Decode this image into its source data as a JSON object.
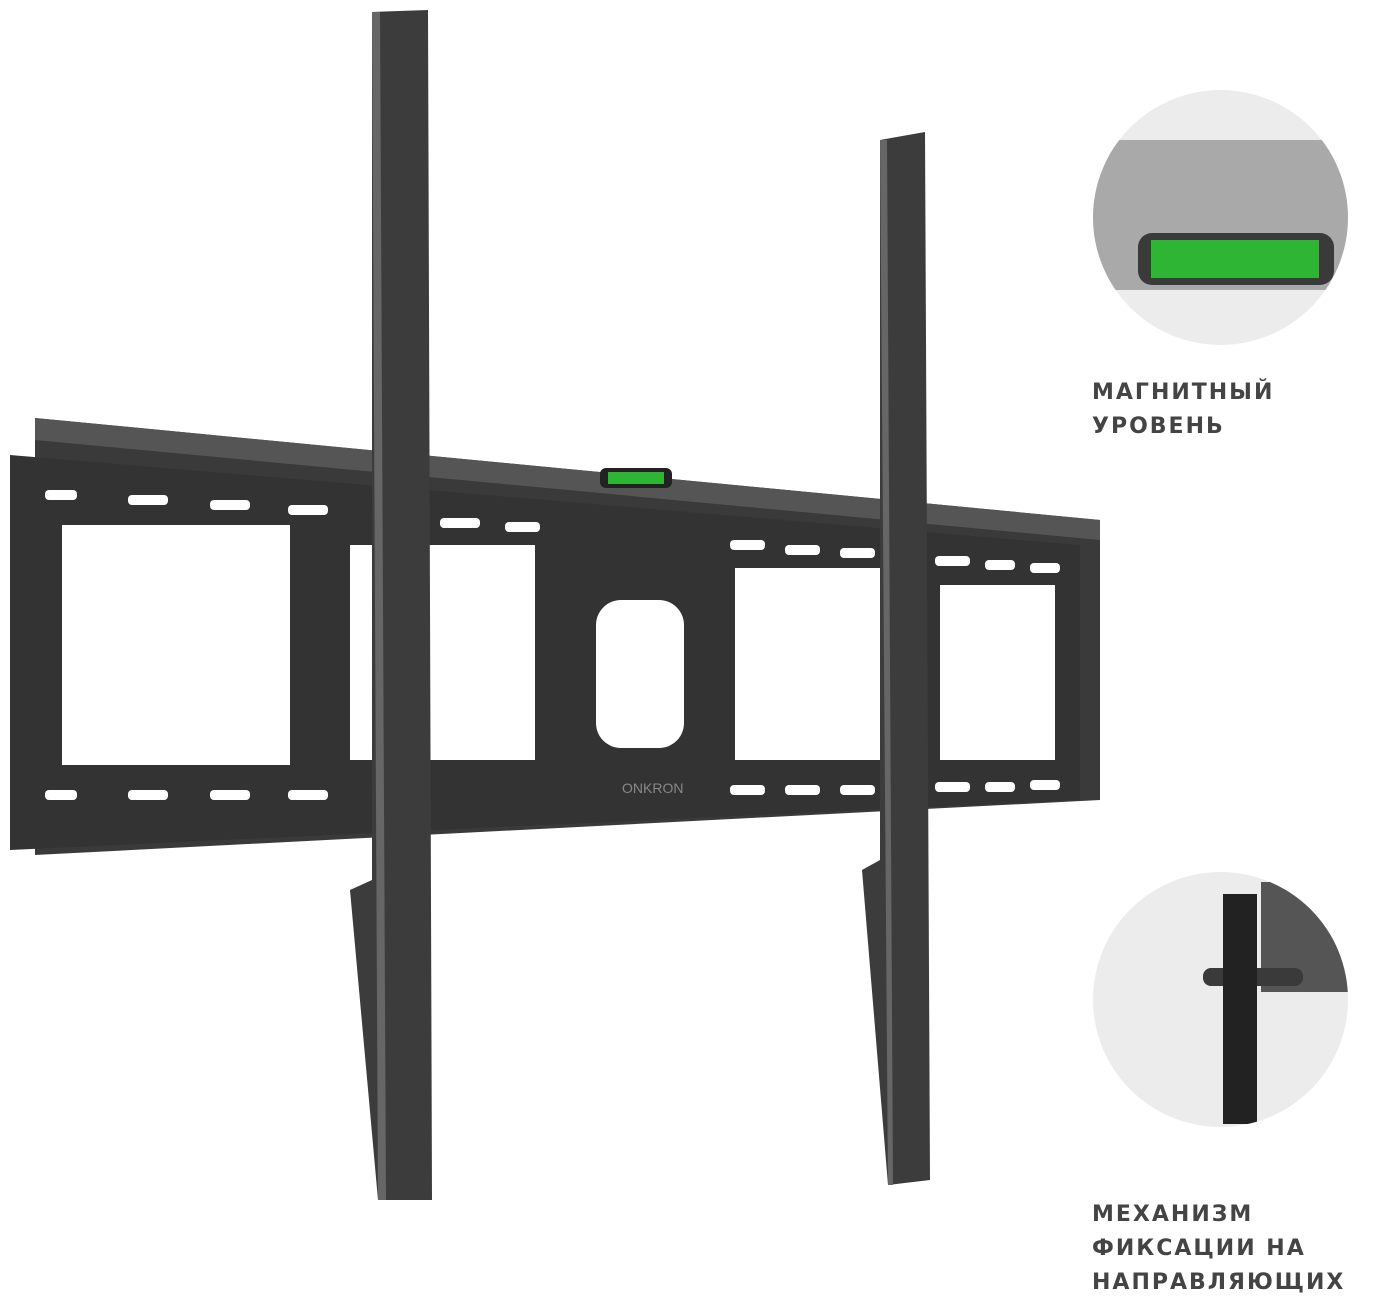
{
  "product": {
    "brand": "ONKRON",
    "type": "tv-wall-mount-fixed",
    "colors": {
      "metal": "#3a3a3a",
      "metal_edge": "#5a5a5a",
      "level_green": "#2fb534",
      "background": "#ffffff",
      "inset_bg": "#ececec",
      "caption": "#444444"
    }
  },
  "callouts": [
    {
      "id": "magnetic-level",
      "lines": [
        "МАГНИТНЫЙ",
        "УРОВЕНЬ"
      ]
    },
    {
      "id": "guide-lock",
      "lines": [
        "МЕХАНИЗМ",
        "ФИКСАЦИИ НА",
        "НАПРАВЛЯЮЩИХ"
      ]
    }
  ]
}
